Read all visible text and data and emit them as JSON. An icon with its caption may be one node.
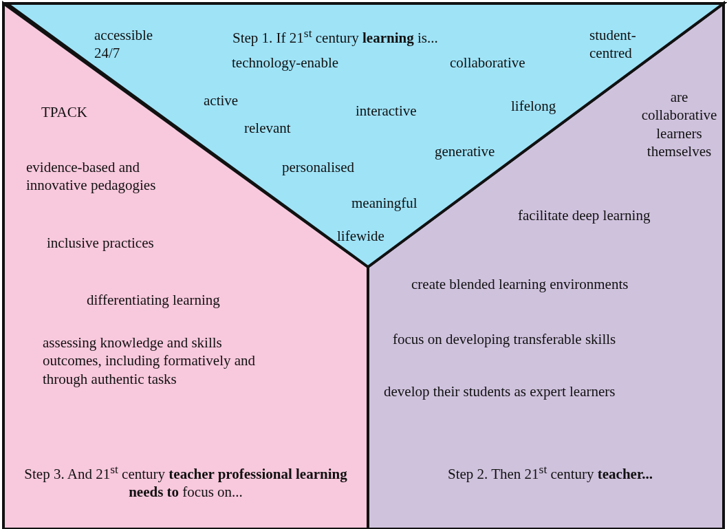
{
  "diagram": {
    "nodes": [
      {
        "text": [
          "accessible 24/7",
          "Step 1. If 21$^{st}$ century **learning** is...",
          "technology-enable",
          "collaborative",
          "student-centred",
          "active",
          "interactive",
          "lifelong",
          "relevant",
          "generative",
          "personalised",
          "meaningful",
          "lifewide"
        ]
      },
      {
        "text": [
          "TPACK",
          "evidence-based and innovative pedagogies",
          "inclusive practices",
          "differentiating learning",
          "assessing knowledge and skills outcomes, including formatively and through authentic tasks",
          "Step 3. And 21$^{st}$ century **teacher professional learning needs to** focus on..."
        ]
      },
      {
        "text": [
          "are collaborative learners themselves",
          "facilitate deep learning",
          "create blended learning environments",
          "focus on developing transferable skills",
          "develop their students as expert learners",
          "Step 2. Then 21$^{st}$ century **teacher...**"
        ]
      }
    ]
  }
}
